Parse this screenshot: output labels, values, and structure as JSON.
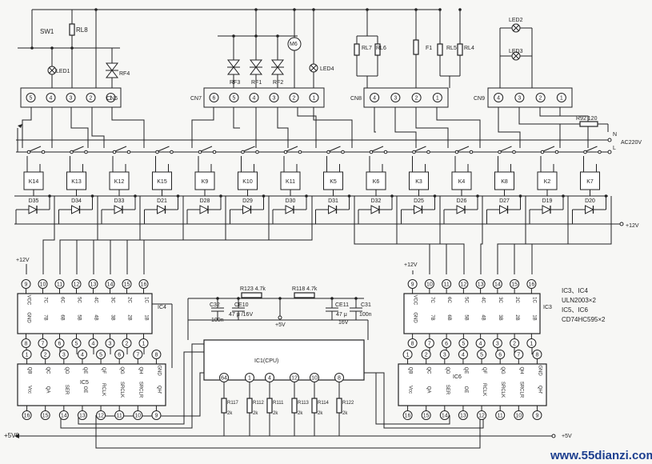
{
  "labels": {
    "sw1": "SW1",
    "rl8": "RL8",
    "led1": "LED1",
    "rf4": "RF4",
    "m6": "M6",
    "rf3": "RF3",
    "rf1": "RF1",
    "rf2": "RF2",
    "led4": "LED4",
    "rl7": "RL7",
    "rl6": "RL6",
    "f1": "F1",
    "rl5": "RL5",
    "rl4": "RL4",
    "led2": "LED2",
    "led3": "LED3",
    "r92": "R92 120",
    "n": "N",
    "l": "L",
    "ac": "AC220V",
    "plus12": "+12V",
    "ic4": "IC4",
    "ic3": "IC3",
    "ic5": "IC5",
    "ic6": "IC6",
    "ic1": "IC1(CPU)",
    "r123": "R123 4.7k",
    "r118": "R118 4.7k",
    "c32": "C32",
    "c32v": "100n",
    "ce10": "CE10",
    "ce10v": "47 μ /16V",
    "ce11": "CE11",
    "ce11v": "47 μ",
    "ce11v2": "16V",
    "c31": "C31",
    "c31v": "100n",
    "plus5": "+5V",
    "plus5v": "+5V0",
    "plus5r": "+5V",
    "gnd": "GND",
    "vcc": "VCC"
  },
  "notes": [
    "IC3、IC4",
    "ULN2003×2",
    "IC5、IC6",
    "CD74HC595×2"
  ],
  "watermark": "www.55dianzi.com",
  "connectors": [
    {
      "name": "CN6",
      "pins": [
        "5",
        "4",
        "3",
        "2",
        "1"
      ]
    },
    {
      "name": "CN7",
      "pins": [
        "6",
        "5",
        "4",
        "3",
        "2",
        "1"
      ]
    },
    {
      "name": "CN8",
      "pins": [
        "4",
        "3",
        "2",
        "1"
      ]
    },
    {
      "name": "CN9",
      "pins": [
        "4",
        "3",
        "2",
        "1"
      ]
    }
  ],
  "relays": [
    {
      "k": "K14",
      "d": "D35"
    },
    {
      "k": "K13",
      "d": "D34"
    },
    {
      "k": "K12",
      "d": "D33"
    },
    {
      "k": "K15",
      "d": "D21"
    },
    {
      "k": "K9",
      "d": "D28"
    },
    {
      "k": "K10",
      "d": "D29"
    },
    {
      "k": "K11",
      "d": "D30"
    },
    {
      "k": "K5",
      "d": "D31"
    },
    {
      "k": "K6",
      "d": "D32"
    },
    {
      "k": "K3",
      "d": "D25"
    },
    {
      "k": "K4",
      "d": "D26"
    },
    {
      "k": "K8",
      "d": "D27"
    },
    {
      "k": "K2",
      "d": "D19"
    },
    {
      "k": "K7",
      "d": "D20"
    }
  ],
  "uln_left": {
    "top_pins": [
      "9",
      "10",
      "11",
      "12",
      "13",
      "14",
      "15",
      "16"
    ],
    "top_labels": [
      "VCC",
      "7C",
      "6C",
      "5C",
      "4C",
      "3C",
      "2C",
      "1C"
    ],
    "bot_pins": [
      "8",
      "7",
      "6",
      "5",
      "4",
      "3",
      "2",
      "1"
    ],
    "bot_labels": [
      "GND",
      "7B",
      "6B",
      "5B",
      "4B",
      "3B",
      "2B",
      "1B"
    ]
  },
  "uln_right": {
    "top_pins": [
      "9",
      "10",
      "11",
      "12",
      "13",
      "14",
      "15",
      "16"
    ],
    "top_labels": [
      "VCC",
      "7C",
      "6C",
      "5C",
      "4C",
      "3C",
      "2C",
      "1C"
    ],
    "bot_pins": [
      "8",
      "7",
      "6",
      "5",
      "4",
      "3",
      "2",
      "1"
    ],
    "bot_labels": [
      "GND",
      "7B",
      "6B",
      "5B",
      "4B",
      "3B",
      "2B",
      "1B"
    ]
  },
  "hc_left": {
    "top_pins": [
      "1",
      "2",
      "3",
      "4",
      "5",
      "6",
      "7",
      "8"
    ],
    "top_labels": [
      "QB",
      "QC",
      "QD",
      "QE",
      "QF",
      "QG",
      "QH",
      "GND"
    ],
    "bot_pins": [
      "16",
      "15",
      "14",
      "13",
      "12",
      "11",
      "10",
      "9"
    ],
    "bot_labels": [
      "Vcc",
      "QA",
      "SER",
      "OE",
      "RCLK",
      "SRCLK",
      "SRCLR",
      "QH'"
    ]
  },
  "hc_right": {
    "top_pins": [
      "1",
      "2",
      "3",
      "4",
      "5",
      "6",
      "7",
      "8"
    ],
    "top_labels": [
      "QB",
      "QC",
      "QD",
      "QE",
      "QF",
      "QG",
      "QH",
      "GND"
    ],
    "bot_pins": [
      "16",
      "15",
      "14",
      "13",
      "12",
      "11",
      "10",
      "9"
    ],
    "bot_labels": [
      "Vcc",
      "QA",
      "SER",
      "OE",
      "RCLK",
      "SRCLK",
      "SRCLR",
      "QH'"
    ]
  },
  "cpu_pins": [
    "64",
    "1",
    "4",
    "12",
    "10",
    "8"
  ],
  "pullups": [
    {
      "name": "R117",
      "value": "2k"
    },
    {
      "name": "R112",
      "value": "2k"
    },
    {
      "name": "R111",
      "value": "2k"
    },
    {
      "name": "R113",
      "value": "2k"
    },
    {
      "name": "R114",
      "value": "2k"
    },
    {
      "name": "R122",
      "value": "2k"
    }
  ]
}
